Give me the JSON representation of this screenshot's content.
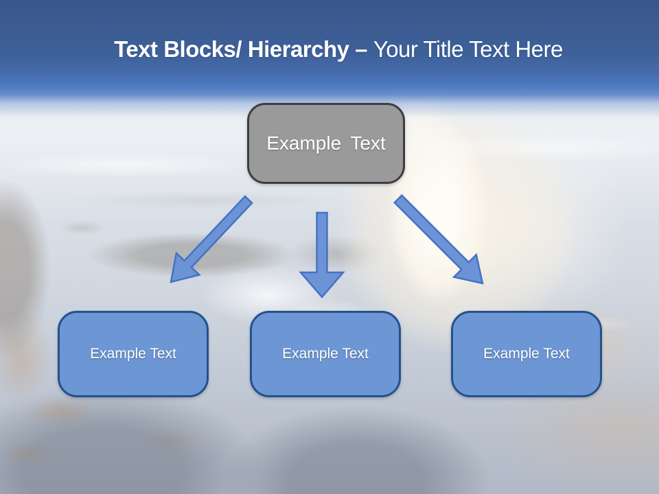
{
  "slide": {
    "title": {
      "bold": "Text Blocks/ Hierarchy",
      "separator": " – ",
      "regular": "Your Title Text Here"
    },
    "diagram": {
      "root": {
        "label": "Example Text"
      },
      "children": [
        {
          "label": "Example Text"
        },
        {
          "label": "Example Text"
        },
        {
          "label": "Example Text"
        }
      ]
    },
    "background": {
      "description": "ocean wave crashing over coastal rocks at sunrise, faded under a white wash"
    },
    "colors": {
      "header_gradient_top": "#39568A",
      "header_gradient_bottom": "#4C79C2",
      "title_text": "#FFFFFF",
      "root_box_fill": "#9A9A9A",
      "root_box_border": "#3D3D42",
      "child_box_fill": "#6D96D4",
      "child_box_border": "#24518C",
      "arrow_fill": "#6B93D6",
      "arrow_border": "#4472C4",
      "box_text": "#FFFFFF"
    }
  }
}
